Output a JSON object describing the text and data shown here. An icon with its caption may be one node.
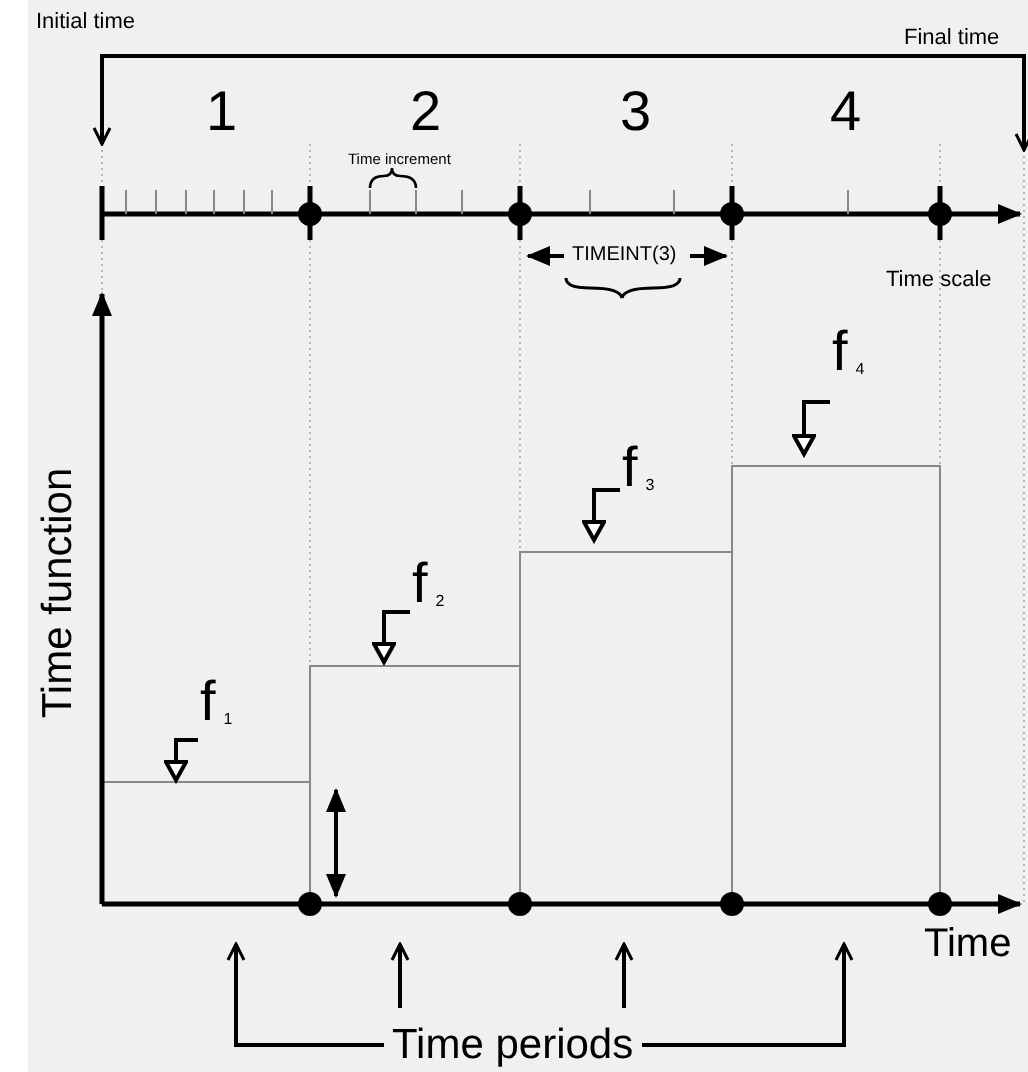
{
  "diagram": {
    "nodes": [
      {
        "text": [
          "Time periods"
        ]
      },
      {
        "text": [
          "f$_{1}$"
        ]
      },
      {
        "text": [
          "f$_{2}$"
        ]
      },
      {
        "text": [
          "f$_{3}$"
        ]
      },
      {
        "text": [
          "f$_{4}$"
        ]
      }
    ],
    "edges": [
      {
        "from": 0,
        "to": null,
        "arrow": "to"
      },
      {
        "from": 0,
        "to": null,
        "arrow": "to"
      },
      {
        "from": 0,
        "to": null,
        "arrow": "to"
      },
      {
        "from": 0,
        "to": null,
        "arrow": "to"
      },
      {
        "from": 1,
        "to": null,
        "arrow": "to"
      },
      {
        "from": 2,
        "to": null,
        "arrow": "to"
      },
      {
        "from": 3,
        "to": null,
        "arrow": "to"
      },
      {
        "from": 4,
        "to": null,
        "arrow": "to"
      }
    ],
    "labels": [
      "Initial time",
      "Final time",
      "1",
      "2",
      "3",
      "4",
      "Time increment",
      "TIMEINT(3)",
      "Time scale",
      "Time function",
      "Time"
    ]
  }
}
